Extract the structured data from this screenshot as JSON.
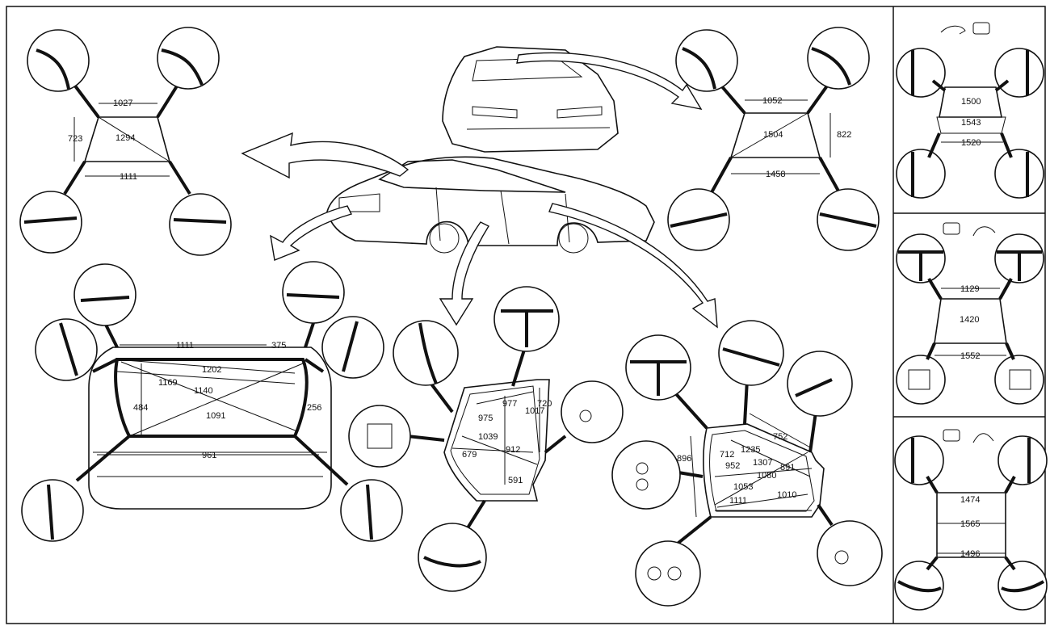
{
  "main": {
    "rear_window": {
      "top": "1027",
      "diag": "1294",
      "side": "723",
      "bottom": "1111"
    },
    "windshield": {
      "top": "1052",
      "diag": "1504",
      "side": "822",
      "bottom": "1458"
    },
    "trunk": {
      "labels": [
        "1111",
        "375",
        "1202",
        "1169",
        "1140",
        "484",
        "1091",
        "256",
        "961"
      ]
    },
    "rear_door": {
      "labels": [
        "977",
        "1017",
        "720",
        "975",
        "1039",
        "679",
        "912",
        "591"
      ]
    },
    "front_door": {
      "labels": [
        "752",
        "896",
        "712",
        "1235",
        "952",
        "1307",
        "891",
        "1080",
        "1053",
        "1010",
        "1111"
      ]
    }
  },
  "side_panels": [
    {
      "labels": [
        "1500",
        "1543",
        "1520"
      ]
    },
    {
      "labels": [
        "1129",
        "1420",
        "1552"
      ]
    },
    {
      "labels": [
        "1474",
        "1565",
        "1496"
      ]
    }
  ]
}
